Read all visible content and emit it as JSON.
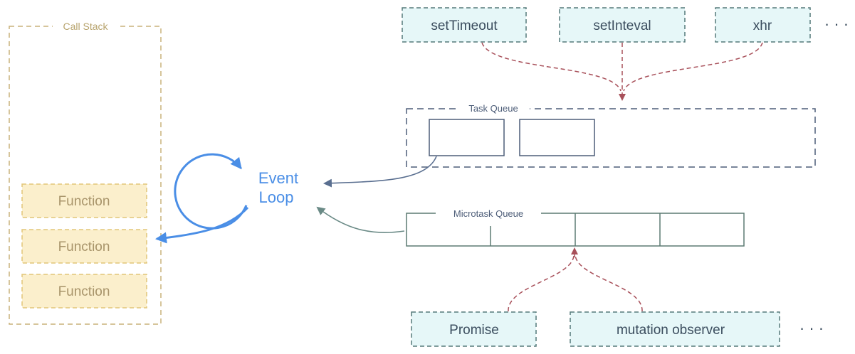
{
  "call_stack": {
    "title": "Call Stack",
    "items": [
      "Function",
      "Function",
      "Function"
    ]
  },
  "event_loop": {
    "line1": "Event",
    "line2": "Loop"
  },
  "web_apis": {
    "items": [
      "setTimeout",
      "setInteval",
      "xhr"
    ],
    "ellipsis": "· · ·"
  },
  "task_queue": {
    "title": "Task Queue"
  },
  "microtask_queue": {
    "title": "Microtask Queue"
  },
  "micro_sources": {
    "items": [
      "Promise",
      "mutation observer"
    ],
    "ellipsis": "· · ·"
  },
  "colors": {
    "call_stack_border": "#c9b27a",
    "call_stack_title": "#b8a46e",
    "function_fill": "#fbefcc",
    "function_border": "#e2c578",
    "function_text": "#a8946a",
    "event_loop": "#4a8ee6",
    "api_fill": "#e6f7f8",
    "api_border": "#557a7a",
    "api_text": "#3b4d5e",
    "dashed_arrow": "#a8505a",
    "task_queue_border": "#4d5d78",
    "task_arrow": "#5a6f90",
    "micro_border": "#5c7a72",
    "micro_arrow": "#6a8a86"
  }
}
